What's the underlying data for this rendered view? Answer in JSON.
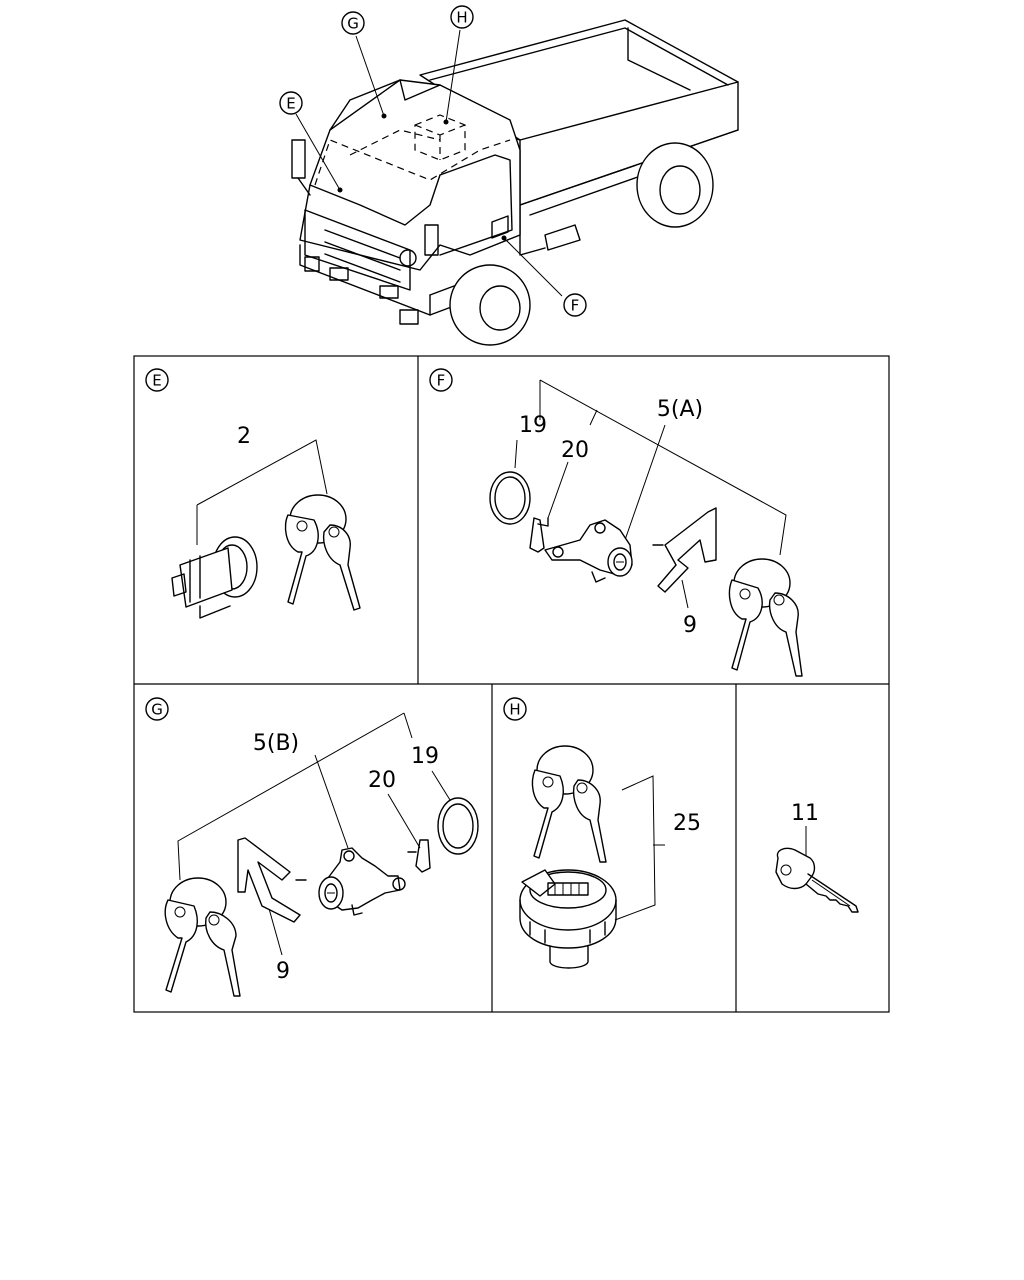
{
  "overview": {
    "callouts": [
      {
        "id": "G",
        "label": "G"
      },
      {
        "id": "H",
        "label": "H"
      },
      {
        "id": "E",
        "label": "E"
      },
      {
        "id": "F",
        "label": "F"
      }
    ]
  },
  "panels": {
    "E": {
      "title": "E",
      "parts": {
        "p2": "2"
      }
    },
    "F": {
      "title": "F",
      "parts": {
        "p19": "19",
        "p20": "20",
        "p5a": "5(A)",
        "p9": "9"
      }
    },
    "G": {
      "title": "G",
      "parts": {
        "p5b": "5(B)",
        "p20": "20",
        "p19": "19",
        "p9": "9"
      }
    },
    "H": {
      "title": "H",
      "parts": {
        "p25": "25"
      }
    },
    "K": {
      "parts": {
        "p11": "11"
      }
    }
  }
}
